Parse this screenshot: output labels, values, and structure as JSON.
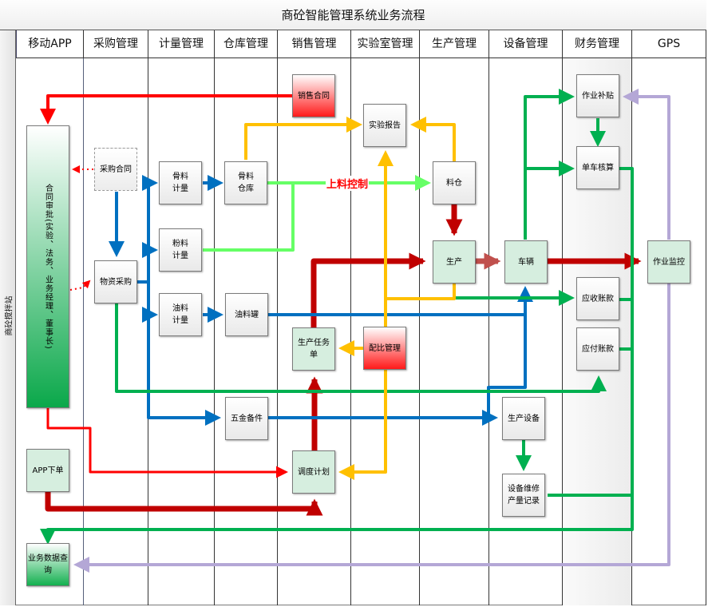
{
  "title": "商砼智能管理系统业务流程",
  "side_label": "商砼搅拌站",
  "lanes": [
    {
      "label": "移动APP"
    },
    {
      "label": "采购管理"
    },
    {
      "label": "计量管理"
    },
    {
      "label": "仓库管理"
    },
    {
      "label": "销售管理"
    },
    {
      "label": "实验室管理"
    },
    {
      "label": "生产管理"
    },
    {
      "label": "设备管理"
    },
    {
      "label": "财务管理"
    },
    {
      "label": "GPS"
    }
  ],
  "nodes": {
    "contract_approval": "合同审批(实验、法务、业务经理、董事长)",
    "app_order": "APP下单",
    "biz_data_query": "业务数据查询",
    "purchase_contract": "采购合同",
    "material_purchase": "物资采购",
    "aggregate_metering": "骨料计量",
    "powder_metering": "粉料计量",
    "oil_metering": "油料计量",
    "aggregate_warehouse": "骨料仓库",
    "oil_tank": "油料罐",
    "hardware_parts": "五金备件",
    "sales_contract": "销售合同",
    "production_task": "生产任务单",
    "dispatch_plan": "调度计划",
    "lab_report": "实验报告",
    "mix_management": "配比管理",
    "material_bin": "料仓",
    "production": "生产",
    "vehicle": "车辆",
    "production_equipment": "生产设备",
    "equipment_maintenance": "设备维修产量记录",
    "work_subsidy": "作业补贴",
    "vehicle_accounting": "单车核算",
    "receivables": "应收账款",
    "payables": "应付账款",
    "job_monitoring": "作业监控"
  },
  "feed_control_label": "上料控制",
  "colors": {
    "red": "#ff0000",
    "dark_red": "#c00000",
    "blue": "#0070c0",
    "green": "#00b050",
    "light_green": "#66ff66",
    "yellow": "#ffc000",
    "purple": "#b4a7d6",
    "brown_red": "#c0504d"
  }
}
